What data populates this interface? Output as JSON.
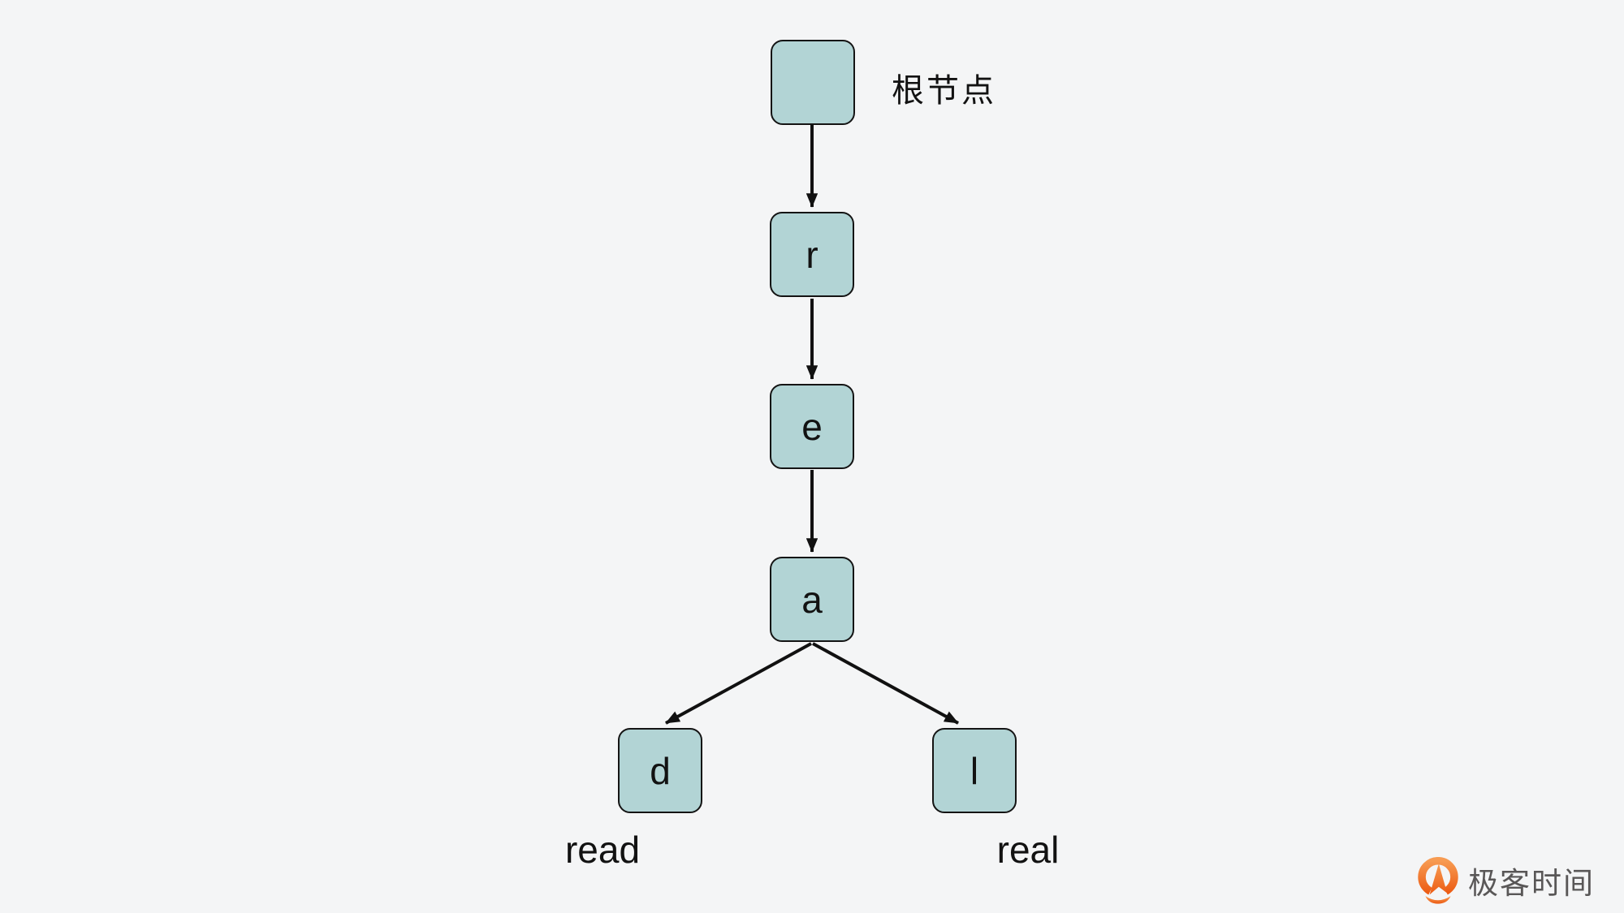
{
  "diagram": {
    "type": "trie-tree",
    "root_annotation": "根节点",
    "nodes": [
      {
        "id": "root",
        "letter": ""
      },
      {
        "id": "r",
        "letter": "r"
      },
      {
        "id": "e",
        "letter": "e"
      },
      {
        "id": "a",
        "letter": "a"
      },
      {
        "id": "d",
        "letter": "d"
      },
      {
        "id": "l",
        "letter": "l"
      }
    ],
    "edges": [
      {
        "from": "root",
        "to": "r"
      },
      {
        "from": "r",
        "to": "e"
      },
      {
        "from": "e",
        "to": "a"
      },
      {
        "from": "a",
        "to": "d"
      },
      {
        "from": "a",
        "to": "l"
      }
    ],
    "words": [
      {
        "text": "read"
      },
      {
        "text": "real"
      }
    ],
    "colors": {
      "background": "#f4f5f6",
      "node_fill": "#b2d4d5",
      "node_border": "#141414",
      "arrow": "#111111",
      "text": "#121212"
    }
  },
  "branding": {
    "logo_text": "极客时间",
    "logo_text_color": "#595757",
    "logo_icon": "geektime-orange-pin-icon",
    "logo_orange": "#ec5b13"
  }
}
